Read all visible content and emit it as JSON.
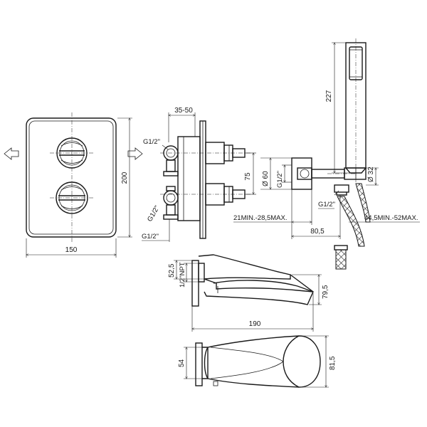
{
  "front_view": {
    "width_label": "150",
    "height_label": "200"
  },
  "side_view": {
    "depth_label": "35-50",
    "inlet_label_top": "G1/2\"",
    "inlet_label_mid": "G1/2\"",
    "inlet_label_bottom": "G1/2\"",
    "spacing_label": "75"
  },
  "hand_shower": {
    "length_label": "227",
    "diameter_label": "Ø 32",
    "bracket_diameter_label": "Ø 60",
    "bracket_thread_label": "G1/2\"",
    "outlet_thread_label": "G1/2\"",
    "projection_label": "80,5",
    "wall_range_label": "21MIN.-28,5MAX.",
    "hose_range_label": "44,5MIN.-52MAX."
  },
  "spout": {
    "thread_label": "1/2\"NPT",
    "offset_label": "52,5",
    "height_label": "79,5",
    "length_label": "190",
    "plate_width_label": "54",
    "plate_height_label": "81,5"
  }
}
